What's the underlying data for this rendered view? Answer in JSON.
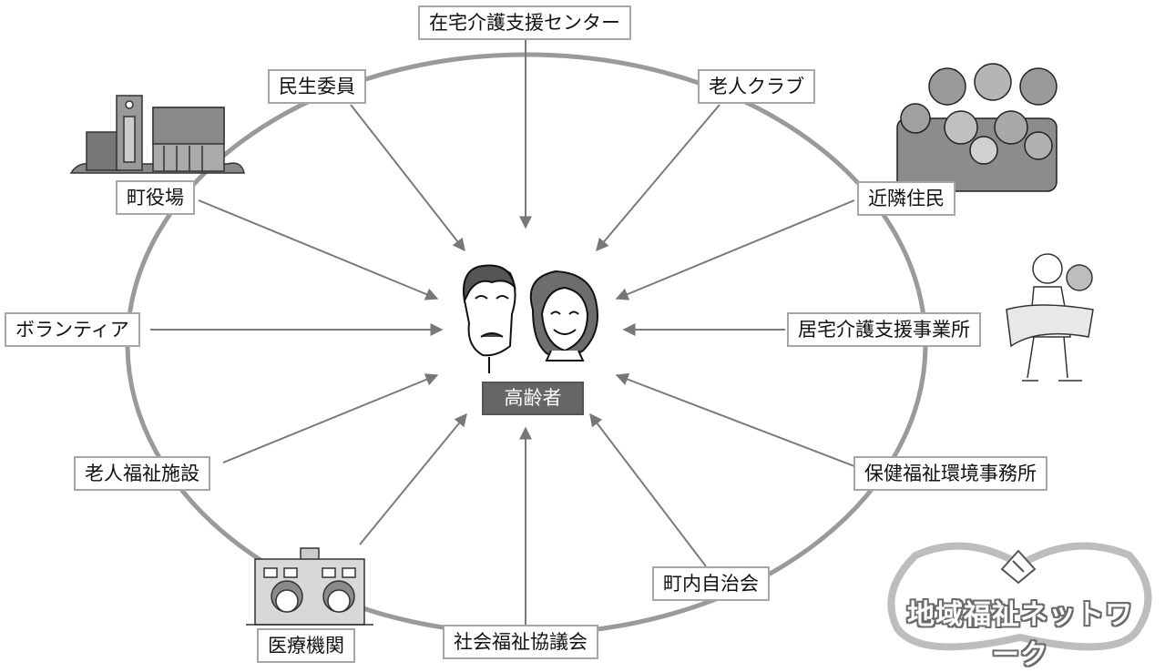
{
  "center": {
    "label": "高齢者"
  },
  "nodes": {
    "zaitaku_center": "在宅介護支援センター",
    "minsei_iin": "民生委員",
    "roujin_club": "老人クラブ",
    "machi_yakuba": "町役場",
    "kinrin_jumin": "近隣住民",
    "volunteer": "ボランティア",
    "kyotaku_jigyosho": "居宅介護支援事業所",
    "roujin_shisetsu": "老人福祉施設",
    "hoken_jimusho": "保健福祉環境事務所",
    "chonai_jichikai": "町内自治会",
    "iryo_kikan": "医療機関",
    "shakai_kyogikai": "社会福祉協議会"
  },
  "logo": {
    "text": "地域福祉ネットワーク"
  }
}
